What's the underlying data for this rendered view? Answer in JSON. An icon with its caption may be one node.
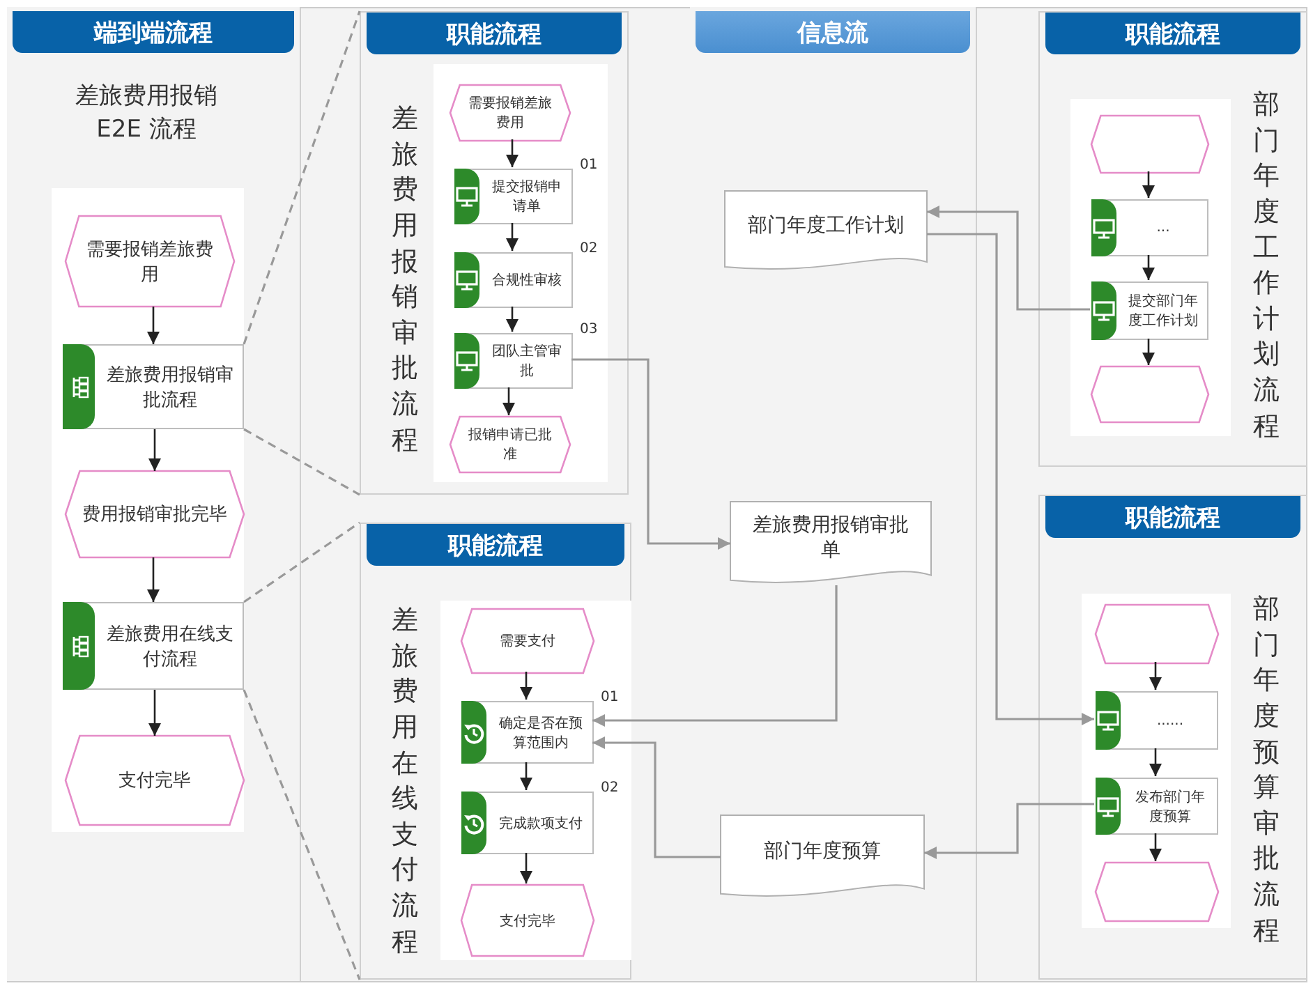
{
  "diagram": {
    "nodes": [
      {
        "text": [
          "端到端流程",
          "差旅费用报销 E2E 流程"
        ]
      },
      {
        "text": [
          "需要报销差旅费用"
        ],
        "in": 0
      },
      {
        "text": [
          "差旅费用报销审批流程"
        ],
        "in": 0
      },
      {
        "text": [
          "费用报销审批完毕"
        ],
        "in": 0
      },
      {
        "text": [
          "差旅费用在线支付流程"
        ],
        "in": 0
      },
      {
        "text": [
          "支付完毕"
        ],
        "in": 0
      },
      {
        "text": [
          "职能流程",
          "差旅费用报销审批流程"
        ]
      },
      {
        "text": [
          "需要报销差旅费用"
        ],
        "in": 6
      },
      {
        "text": [
          "提交报销申请单"
        ],
        "in": 6,
        "beside": [
          "01"
        ]
      },
      {
        "text": [
          "合规性审核"
        ],
        "in": 6,
        "beside": [
          "02"
        ]
      },
      {
        "text": [
          "团队主管审批"
        ],
        "in": 6,
        "beside": [
          "03"
        ]
      },
      {
        "text": [
          "报销申请已批准"
        ],
        "in": 6
      },
      {
        "text": [
          "职能流程",
          "差旅费用在线支付流程"
        ]
      },
      {
        "text": [
          "需要支付"
        ],
        "in": 12
      },
      {
        "text": [
          "确定是否在预算范围内"
        ],
        "in": 12,
        "beside": [
          "01"
        ]
      },
      {
        "text": [
          "完成款项支付"
        ],
        "in": 12,
        "beside": [
          "02"
        ]
      },
      {
        "text": [
          "支付完毕"
        ],
        "in": 12
      },
      {
        "text": [
          "信息流"
        ]
      },
      {
        "text": [
          "部门年度工作计划"
        ],
        "in": 17
      },
      {
        "text": [
          "差旅费用报销审批单"
        ],
        "in": 17
      },
      {
        "text": [
          "部门年度预算"
        ],
        "in": 17
      },
      {
        "text": [
          "职能流程",
          "部门年度工作计划流程"
        ]
      },
      {
        "text": [],
        "shape": "hexagon",
        "in": 21
      },
      {
        "text": [
          "..."
        ],
        "in": 21
      },
      {
        "text": [
          "提交部门年度工作计划"
        ],
        "in": 21
      },
      {
        "text": [],
        "shape": "hexagon",
        "in": 21
      },
      {
        "text": [
          "职能流程",
          "部门年度预算审批流程"
        ]
      },
      {
        "text": [],
        "shape": "hexagon",
        "in": 26
      },
      {
        "text": [
          "......"
        ],
        "in": 26
      },
      {
        "text": [
          "发布部门年度预算"
        ],
        "in": 26
      },
      {
        "text": [],
        "shape": "hexagon",
        "in": 26
      }
    ],
    "edges": [
      {
        "from": 1,
        "to": 2,
        "arrow": "to"
      },
      {
        "from": 2,
        "to": 3,
        "arrow": "to"
      },
      {
        "from": 3,
        "to": 4,
        "arrow": "to"
      },
      {
        "from": 4,
        "to": 5,
        "arrow": "to"
      },
      {
        "from": 7,
        "to": 8,
        "arrow": "to"
      },
      {
        "from": 8,
        "to": 9,
        "arrow": "to"
      },
      {
        "from": 9,
        "to": 10,
        "arrow": "to"
      },
      {
        "from": 10,
        "to": 11,
        "arrow": "to"
      },
      {
        "from": 13,
        "to": 14,
        "arrow": "to"
      },
      {
        "from": 14,
        "to": 15,
        "arrow": "to"
      },
      {
        "from": 15,
        "to": 16,
        "arrow": "to"
      },
      {
        "from": 22,
        "to": 23,
        "arrow": "to"
      },
      {
        "from": 23,
        "to": 24,
        "arrow": "to"
      },
      {
        "from": 24,
        "to": 25,
        "arrow": "to"
      },
      {
        "from": 27,
        "to": 28,
        "arrow": "to"
      },
      {
        "from": 28,
        "to": 29,
        "arrow": "to"
      },
      {
        "from": 29,
        "to": 30,
        "arrow": "to"
      },
      {
        "from": 10,
        "to": 19,
        "arrow": "to",
        "color": "#999999"
      },
      {
        "from": 19,
        "to": 14,
        "arrow": "to",
        "color": "#999999"
      },
      {
        "from": 24,
        "to": 18,
        "arrow": "to",
        "color": "#999999"
      },
      {
        "from": 18,
        "to": 28,
        "arrow": "to",
        "color": "#999999"
      },
      {
        "from": 29,
        "to": 20,
        "arrow": "to",
        "color": "#999999"
      },
      {
        "from": 20,
        "to": 14,
        "arrow": "to",
        "color": "#999999"
      },
      {
        "from": 2,
        "to": 6,
        "arrow": "none",
        "style": "dashed",
        "color": "#999999"
      },
      {
        "from": 2,
        "to": 6,
        "arrow": "none",
        "style": "dashed",
        "color": "#999999"
      },
      {
        "from": 4,
        "to": 12,
        "arrow": "none",
        "style": "dashed",
        "color": "#999999"
      },
      {
        "from": 4,
        "to": 12,
        "arrow": "none",
        "style": "dashed",
        "color": "#999999"
      }
    ]
  }
}
